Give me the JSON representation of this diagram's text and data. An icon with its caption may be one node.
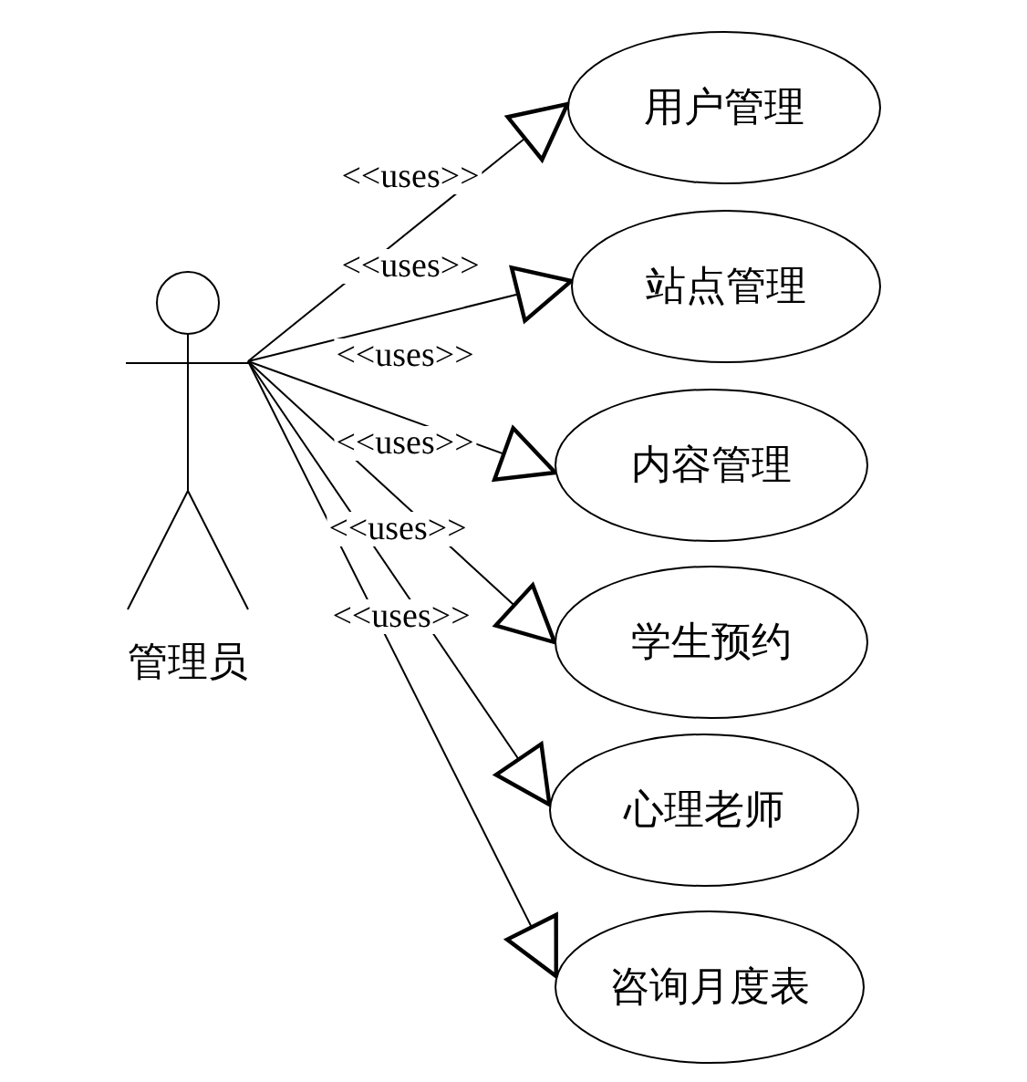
{
  "diagram": {
    "nodes": [
      {
        "text": [
          "管理员"
        ]
      },
      {
        "text": [
          "用户管理"
        ]
      },
      {
        "text": [
          "站点管理"
        ]
      },
      {
        "text": [
          "内容管理"
        ]
      },
      {
        "text": [
          "学生预约"
        ]
      },
      {
        "text": [
          "心理老师"
        ]
      },
      {
        "text": [
          "咨询月度表"
        ]
      }
    ],
    "edges": [
      {
        "from": 0,
        "to": 1,
        "arrow": "to",
        "label": "<<uses>>"
      },
      {
        "from": 0,
        "to": 2,
        "arrow": "to",
        "label": "<<uses>>"
      },
      {
        "from": 0,
        "to": 3,
        "arrow": "to",
        "label": "<<uses>>"
      },
      {
        "from": 0,
        "to": 4,
        "arrow": "to",
        "label": "<<uses>>"
      },
      {
        "from": 0,
        "to": 5,
        "arrow": "to",
        "label": "<<uses>>"
      },
      {
        "from": 0,
        "to": 6,
        "arrow": "to",
        "label": "<<uses>>"
      }
    ]
  }
}
